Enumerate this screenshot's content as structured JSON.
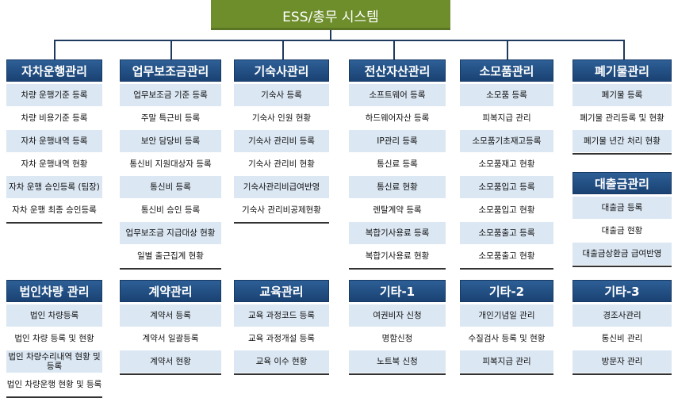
{
  "root": {
    "title": "ESS/총무 시스템"
  },
  "groups": [
    {
      "id": "g1",
      "title": "자차운행관리",
      "items": [
        "차량 운행기준 등록",
        "차량 비용기준 등록",
        "자차 운행내역 등록",
        "자차 운행내역 현황",
        "자차 운행 승인등록 (팀장)",
        "자차 운행 최종 승인등록"
      ]
    },
    {
      "id": "g2",
      "title": "업무보조금관리",
      "items": [
        "업무보조금 기준 등록",
        "주말 특근비 등록",
        "보안 담당비 등록",
        "통신비 지원대상자 등록",
        "통신비 등록",
        "통신비 승인 등록",
        "업무보조금 지급대상 현황",
        "일별 출근집계 현황"
      ]
    },
    {
      "id": "g3",
      "title": "기숙사관리",
      "items": [
        "기숙사 등록",
        "기숙사 인원 현황",
        "기숙사 관리비 등록",
        "기숙사 관리비 현황",
        "기숙사관리비급여반영",
        "기숙사 관리비공제현황"
      ]
    },
    {
      "id": "g4",
      "title": "전산자산관리",
      "items": [
        "소프트웨어 등록",
        "하드웨어자산 등록",
        "IP관리 등록",
        "통신료 등록",
        "통신료 현황",
        "렌탈계약 등록",
        "복합기사용료 등록",
        "복합기사용료 현황"
      ]
    },
    {
      "id": "g5",
      "title": "소모품관리",
      "items": [
        "소모품 등록",
        "피복지급 관리",
        "소모품기초재고등록",
        "소모품재고 현황",
        "소모품입고 등록",
        "소모품입고 현황",
        "소모품출고 등록",
        "소모품출고 현황"
      ]
    },
    {
      "id": "g6",
      "title": "폐기물관리",
      "items": [
        "폐기물 등록",
        "폐기물 관리등록 및 현황",
        "폐기물 년간 처리 현황"
      ]
    },
    {
      "id": "g7",
      "title": "대출금관리",
      "items": [
        "대출금 등록",
        "대출금 현황",
        "대출금상환금 급여반영"
      ]
    },
    {
      "id": "g8",
      "title": "법인차량 관리",
      "items": [
        "법인 차량등록",
        "법인 차량 등록 및 현황",
        "법인 차량수리내역 현황 및 등록",
        "법인 차량운행 현황 및 등록"
      ]
    },
    {
      "id": "g9",
      "title": "계약관리",
      "items": [
        "계약서 등록",
        "계약서 일괄등록",
        "계약서 현황"
      ]
    },
    {
      "id": "g10",
      "title": "교육관리",
      "items": [
        "교육 과정코드 등록",
        "교육 과정개설 등록",
        "교육 이수 현황"
      ]
    },
    {
      "id": "g11",
      "title": "기타-1",
      "items": [
        "여권비자 신청",
        "명함신청",
        "노트북 신청"
      ]
    },
    {
      "id": "g12",
      "title": "기타-2",
      "items": [
        "개인기념일 관리",
        "수질검사 등록 및 현황",
        "피복지급 관리"
      ]
    },
    {
      "id": "g13",
      "title": "기타-3",
      "items": [
        "경조사관리",
        "통신비 관리",
        "방문자 관리"
      ]
    }
  ]
}
